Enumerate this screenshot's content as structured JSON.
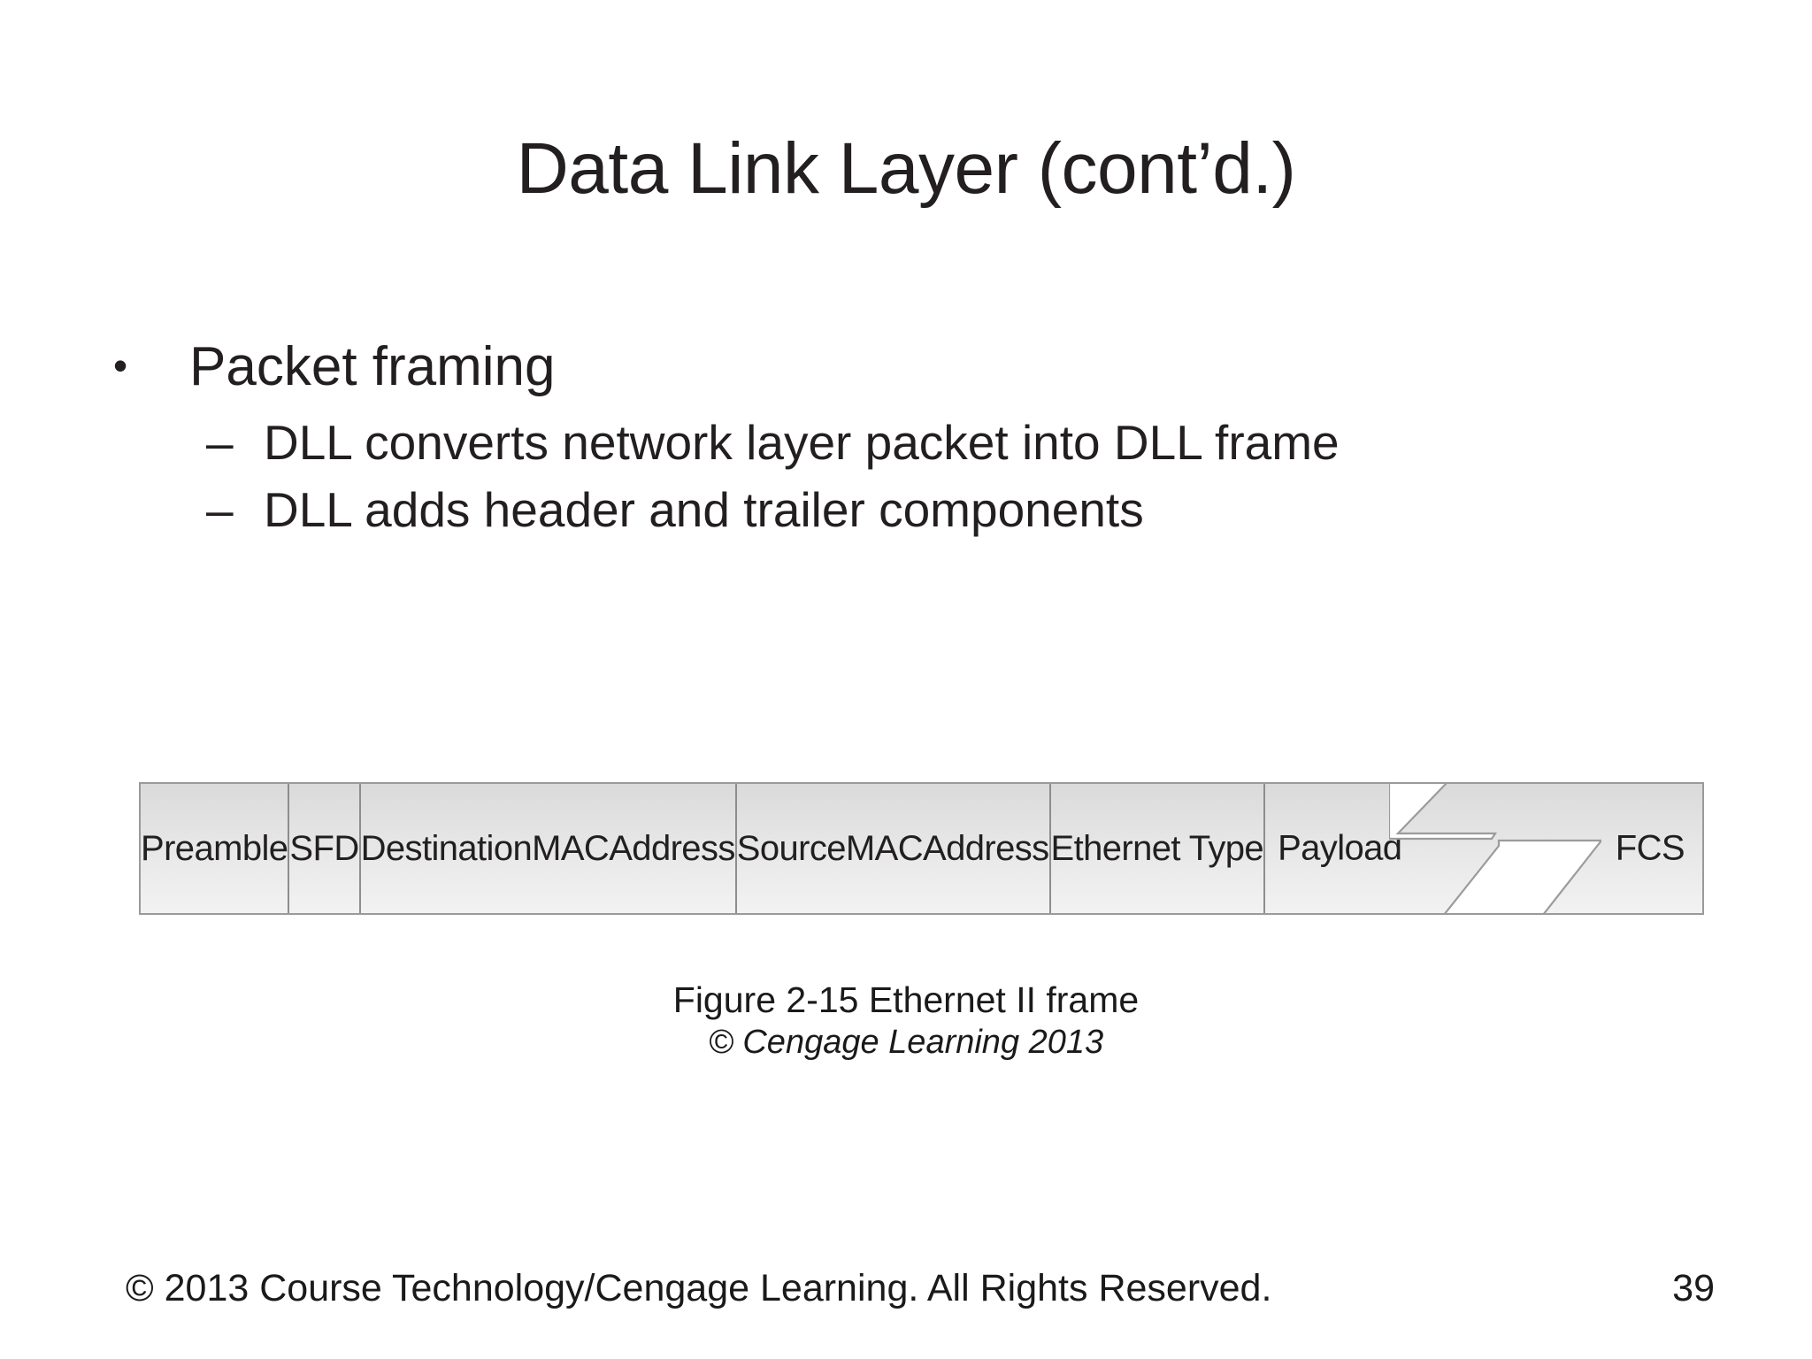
{
  "slide": {
    "title": "Data Link Layer (cont’d.)",
    "page_number": "39",
    "footer": "© 2013 Course Technology/Cengage Learning. All Rights Reserved."
  },
  "bullets": {
    "level1_marker": "•",
    "level2_marker": "–",
    "items": [
      {
        "text": "Packet framing",
        "children": [
          "DLL converts network layer packet into DLL frame",
          "DLL adds header and trailer components"
        ]
      }
    ]
  },
  "figure": {
    "caption_line1": "Figure 2-15 Ethernet II frame",
    "caption_line2": "© Cengage Learning 2013",
    "frame_fields": [
      "Preamble",
      "SFD",
      "DestinationMACAddress",
      "SourceMACAddress",
      "Ethernet Type",
      "Payload",
      "FCS"
    ],
    "break_symbol": "zigzag-break"
  },
  "colors": {
    "text": "#231f20",
    "cell_border": "#8d8d8d",
    "table_border": "#9a9a9a",
    "cell_fill_top": "#dadada",
    "cell_fill_bottom": "#f2f2f2",
    "background": "#ffffff"
  }
}
